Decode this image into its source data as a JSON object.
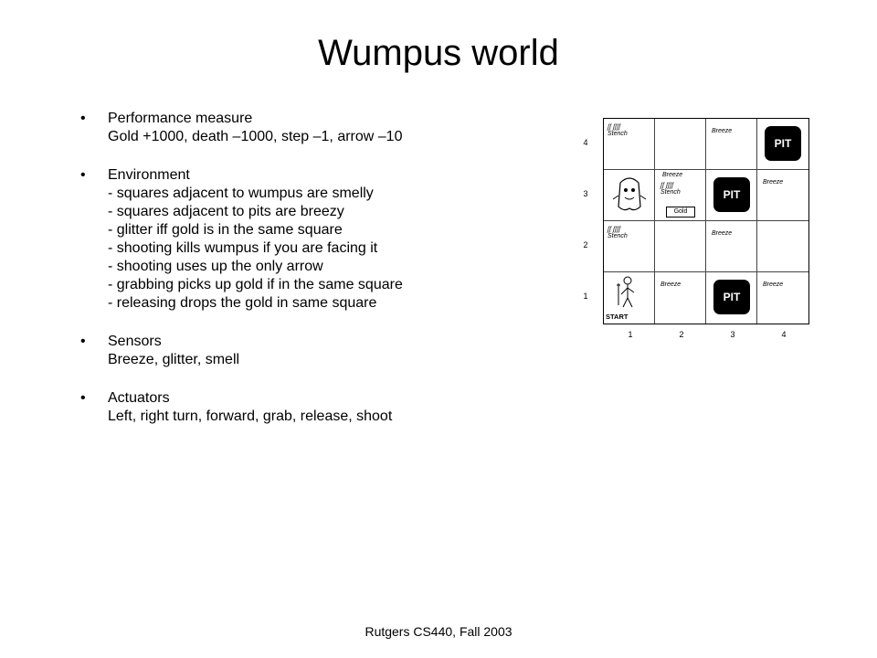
{
  "title": "Wumpus world",
  "footer": "Rutgers CS440, Fall 2003",
  "bullets": [
    {
      "lines": [
        "Performance measure",
        "Gold +1000, death –1000, step –1, arrow –10"
      ]
    },
    {
      "lines": [
        "Environment",
        "- squares adjacent to wumpus are smelly",
        "- squares adjacent to pits are breezy",
        "- glitter iff gold is in the same square",
        "- shooting kills wumpus if you are facing it",
        "- shooting uses up the only arrow",
        "- grabbing picks up gold if in the same square",
        "- releasing drops the gold in same square"
      ]
    },
    {
      "lines": [
        "Sensors",
        "Breeze, glitter, smell"
      ]
    },
    {
      "lines": [
        "Actuators",
        "Left, right turn, forward, grab, release, shoot"
      ]
    }
  ],
  "grid": {
    "row_labels": [
      "4",
      "3",
      "2",
      "1"
    ],
    "col_labels": [
      "1",
      "2",
      "3",
      "4"
    ],
    "pit_label": "PIT",
    "stench_label": "Stench",
    "breeze_label": "Breeze",
    "gold_label": "Gold",
    "start_label": "START"
  }
}
